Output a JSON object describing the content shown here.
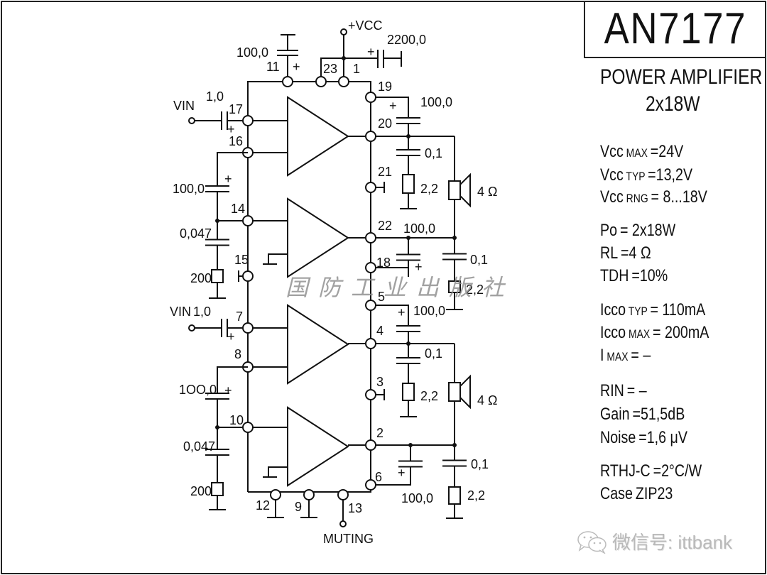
{
  "title": "AN7177",
  "subtitle": "POWER AMPLIFIER",
  "power_rating": "2x18W",
  "specs": [
    {
      "sym": "Vcc",
      "sub": "MAX",
      "val": "=24V"
    },
    {
      "sym": "Vcc",
      "sub": "TYP",
      "val": "=13,2V"
    },
    {
      "sym": "Vcc",
      "sub": "RNG",
      "val": "= 8...18V"
    },
    {
      "sym": "Po",
      "sub": "",
      "val": "= 2x18W"
    },
    {
      "sym": "RL",
      "sub": "",
      "val": "=4 Ω"
    },
    {
      "sym": "TDH",
      "sub": "",
      "val": "=10%"
    },
    {
      "sym": "Icco",
      "sub": "TYP",
      "val": "= 110mA"
    },
    {
      "sym": "Icco",
      "sub": "MAX",
      "val": "= 200mA"
    },
    {
      "sym": "I",
      "sub": "MAX",
      "val": "= –"
    },
    {
      "sym": "RIN",
      "sub": "",
      "val": "= –"
    },
    {
      "sym": "Gain",
      "sub": "",
      "val": "=51,5dB"
    },
    {
      "sym": "Noise",
      "sub": "",
      "val": "=1,6 μV"
    },
    {
      "sym": "RTHJ-C",
      "sub": "",
      "val": "=2°C/W"
    },
    {
      "sym": "Case",
      "sub": "",
      "val": "ZIP23"
    }
  ],
  "schematic": {
    "supply_label": "+VCC",
    "input_label": "VIN",
    "muting_label": "MUTING",
    "pins": [
      "1",
      "2",
      "3",
      "4",
      "5",
      "6",
      "7",
      "8",
      "9",
      "10",
      "11",
      "12",
      "13",
      "14",
      "15",
      "16",
      "17",
      "18",
      "19",
      "20",
      "21",
      "22",
      "23"
    ],
    "components": {
      "c_supply": "2200,0",
      "c_pin11": "100,0",
      "c_in": "1,0",
      "c_fb": "100,0",
      "c_fb_lower": "1ОО,0",
      "c_zobel_in": "0,047",
      "r_zobel_in": "200",
      "c_boot": "100,0",
      "c_out": "0,1",
      "r_out": "2,2",
      "speaker": "4 Ω"
    }
  },
  "watermark": "国防工业出版社",
  "footer": {
    "wechat_label": "微信号: ittbank"
  }
}
